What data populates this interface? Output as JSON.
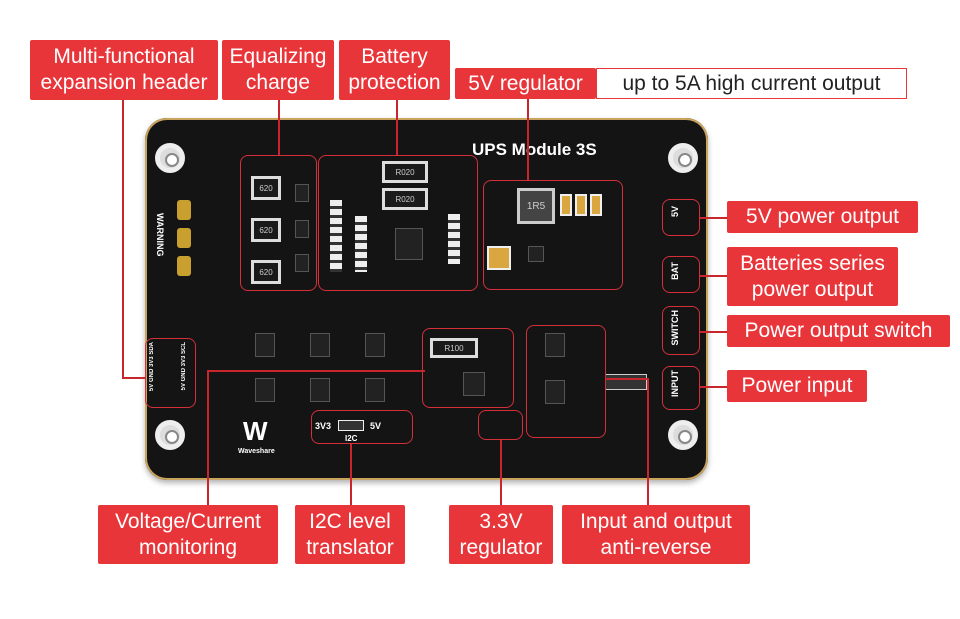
{
  "board": {
    "title": "UPS Module 3S",
    "warning": "WARNING",
    "brand": "Waveshare",
    "i2c_silk": {
      "left": "3V3",
      "right": "5V",
      "label": "I2C"
    },
    "header_pins": [
      "5V",
      "GND",
      "3V3",
      "SDA",
      "5V",
      "GND",
      "3V3",
      "SCL"
    ],
    "terminal_labels": [
      "5V",
      "BAT",
      "SWITCH",
      "INPUT"
    ],
    "resistor_marks": [
      "R020",
      "R020",
      "R100",
      "1R5",
      "620",
      "620",
      "620"
    ]
  },
  "callouts": {
    "expansion_header": "Multi-functional expansion header",
    "equalizing_charge": "Equalizing charge",
    "battery_protection": "Battery protection",
    "regulator_5v": "5V regulator",
    "regulator_5v_note": "up to 5A high current output",
    "power_output_5v": "5V power output",
    "batteries_series_output": "Batteries series power output",
    "power_output_switch": "Power output switch",
    "power_input": "Power input",
    "voltage_current_monitoring": "Voltage/Current monitoring",
    "i2c_level_translator": "I2C level translator",
    "regulator_3v3": "3.3V regulator",
    "anti_reverse": "Input and output anti-reverse"
  },
  "colors": {
    "callout": "#e8353a",
    "board": "#141414"
  }
}
